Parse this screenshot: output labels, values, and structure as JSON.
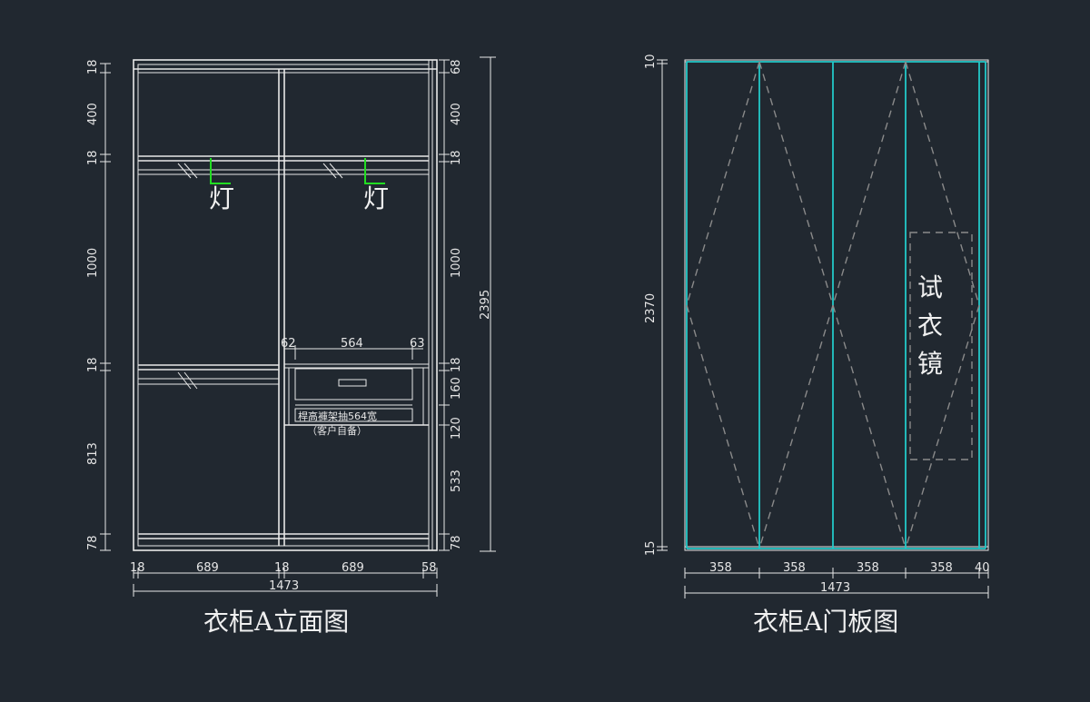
{
  "elevation": {
    "title": "衣柜A立面图",
    "lamp_label": "灯",
    "drawer_note": "桿高褲架抽564宽",
    "drawer_note2": "（客户自备）",
    "left_dims": [
      "18",
      "400",
      "18",
      "1000",
      "18",
      "813",
      "78"
    ],
    "right_dims": [
      "68",
      "400",
      "18",
      "1000",
      "18",
      "160",
      "120",
      "533",
      "78"
    ],
    "overall_height": "2395",
    "bottom_dims": [
      "18",
      "689",
      "18",
      "689",
      "58"
    ],
    "overall_width": "1473",
    "drawer_dims": [
      "62",
      "564",
      "63"
    ]
  },
  "door": {
    "title": "衣柜A门板图",
    "mirror_label": [
      "试",
      "衣",
      "镜"
    ],
    "left_dims": [
      "10",
      "2370",
      "15"
    ],
    "bottom_dims": [
      "358",
      "358",
      "358",
      "358",
      "40"
    ],
    "overall_width": "1473"
  },
  "colors": {
    "background": "#212830",
    "line": "#e8e8e8",
    "door_panel": "#22c8c8",
    "lamp": "#22dd22",
    "dashed": "#8a8a8a"
  }
}
